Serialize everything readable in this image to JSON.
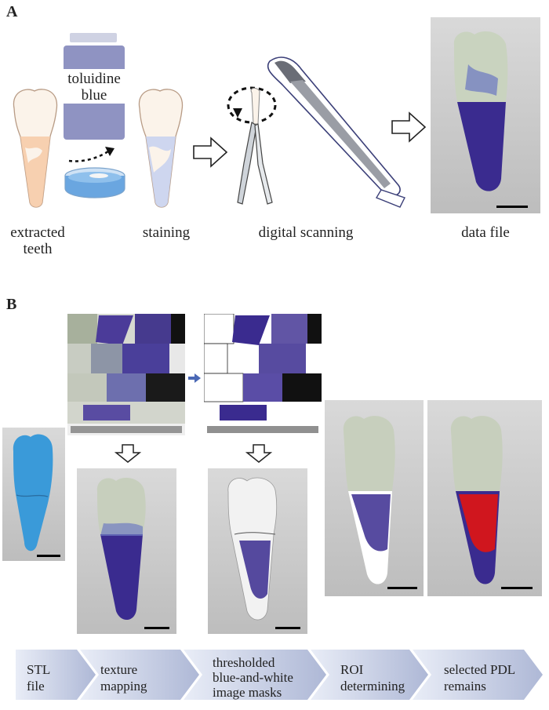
{
  "panel_a": {
    "letter": "A",
    "reagent_label_line1": "toluidine",
    "reagent_label_line2": "blue",
    "step_labels": {
      "extracted_line1": "extracted",
      "extracted_line2": "teeth",
      "staining": "staining",
      "digital_scanning": "digital scanning",
      "data_file": "data file"
    }
  },
  "panel_b": {
    "letter": "B"
  },
  "workflow": {
    "steps": [
      {
        "line1": "STL",
        "line2": "file",
        "line3": ""
      },
      {
        "line1": "texture",
        "line2": "mapping",
        "line3": ""
      },
      {
        "line1": "thresholded",
        "line2": "blue-and-white",
        "line3": "image masks"
      },
      {
        "line1": "ROI",
        "line2": "determining",
        "line3": ""
      },
      {
        "line1": "selected PDL",
        "line2": "remains",
        "line3": ""
      }
    ]
  },
  "colors": {
    "stain_blue": "#3a2b8f",
    "stl_blue": "#3a9ad9",
    "roi_red": "#d0161e",
    "arrow_fill": "#c9d0e6"
  }
}
